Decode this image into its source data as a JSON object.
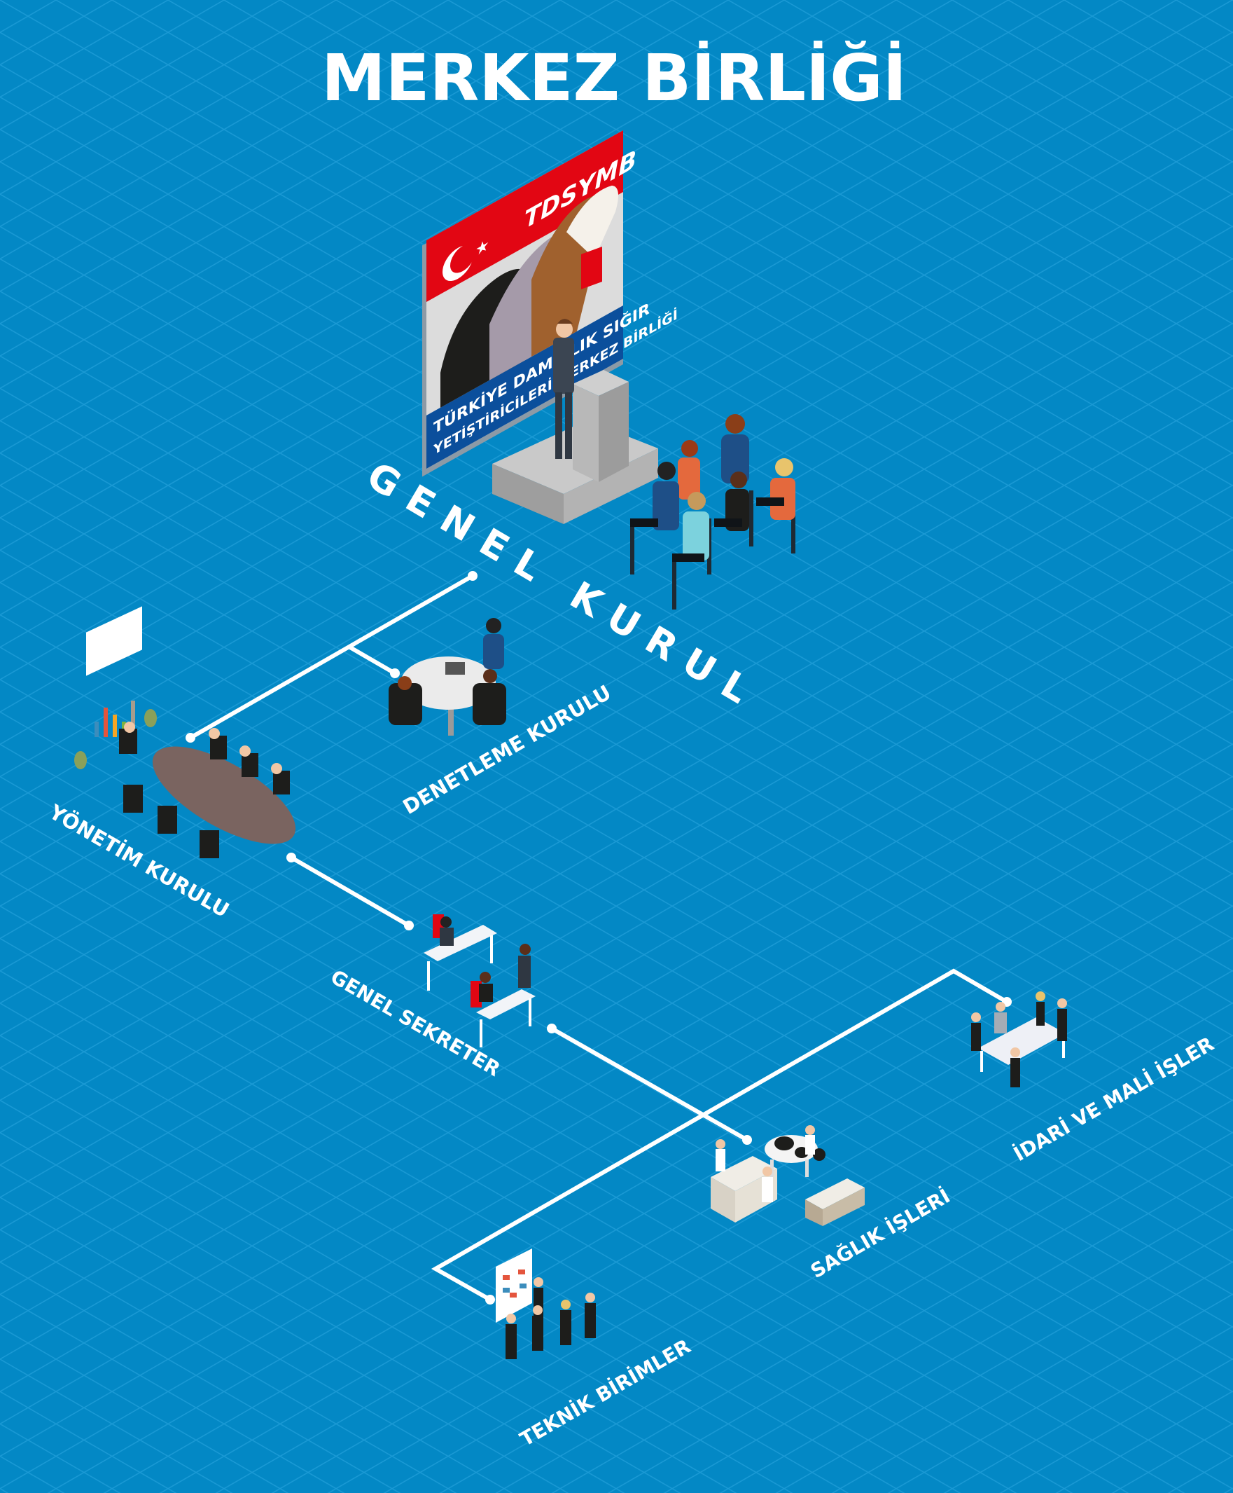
{
  "title": "MERKEZ BİRLİĞİ",
  "colors": {
    "background": "#0388c5",
    "grid": "#1b9ad5",
    "text": "#ffffff",
    "banner_red": "#e20613",
    "banner_blue": "#0b4f9c"
  },
  "banner": {
    "acronym": "TDSYMB",
    "line1": "TÜRKİYE DAMIZLIK SIĞIR",
    "line2": "YETİŞTİRİCİLERİ MERKEZ BİRLİĞİ"
  },
  "nodes": {
    "genel_kurul": "GENEL KURUL",
    "denetleme_kurulu": "DENETLEME KURULU",
    "yonetim_kurulu": "YÖNETİM KURULU",
    "genel_sekreter": "GENEL SEKRETER",
    "saglik_isleri": "SAĞLIK İŞLERİ",
    "idari_mali": "İDARİ VE MALİ İŞLER",
    "teknik_birimler": "TEKNİK  BİRİMLER"
  }
}
